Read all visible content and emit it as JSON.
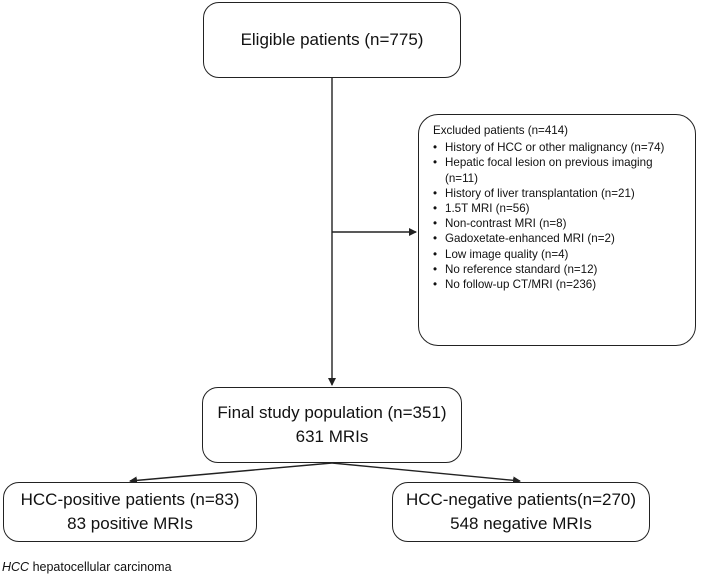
{
  "eligible": {
    "label": "Eligible patients (n=775)"
  },
  "excluded": {
    "title": "Excluded patients (n=414)",
    "items": [
      "History of HCC or other malignancy (n=74)",
      "Hepatic focal lesion on previous imaging (n=11)",
      "History of liver transplantation (n=21)",
      "1.5T MRI (n=56)",
      "Non-contrast MRI (n=8)",
      "Gadoxetate-enhanced MRI (n=2)",
      "Low image quality (n=4)",
      "No reference standard (n=12)",
      "No follow-up CT/MRI (n=236)"
    ]
  },
  "final": {
    "line1": "Final study population (n=351)",
    "line2": "631 MRIs"
  },
  "hcc_positive": {
    "line1": "HCC-positive patients (n=83)",
    "line2": "83 positive MRIs"
  },
  "hcc_negative": {
    "line1": "HCC-negative patients(n=270)",
    "line2": "548 negative MRIs"
  },
  "footnote": {
    "abbr": "HCC",
    "text": " hepatocellular carcinoma"
  }
}
